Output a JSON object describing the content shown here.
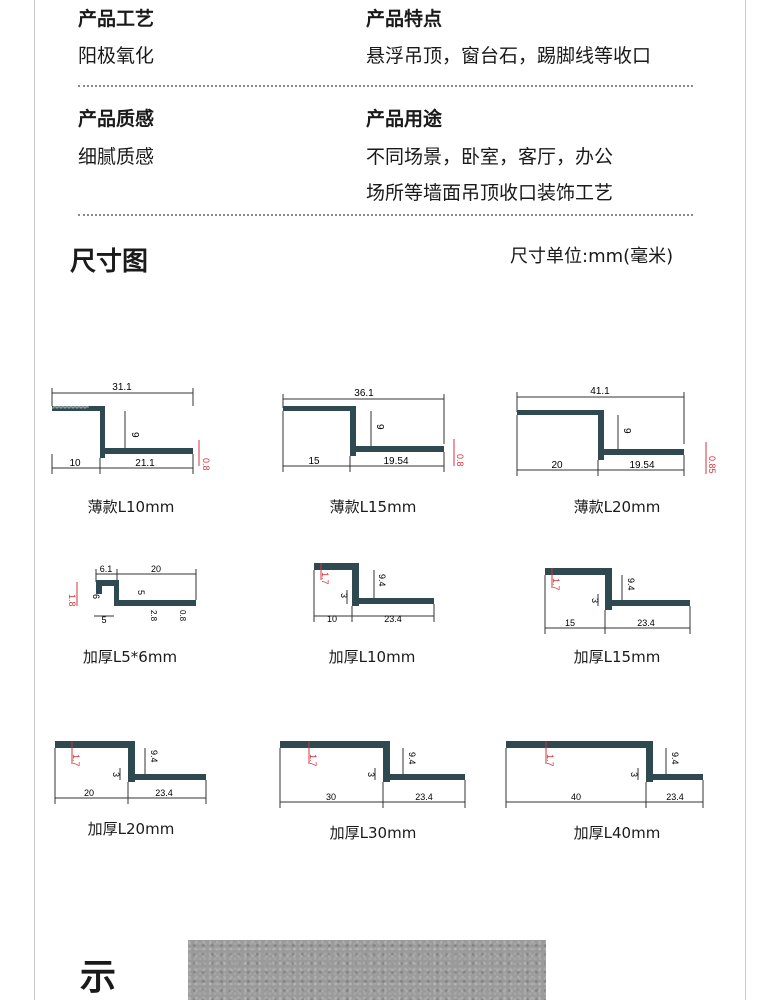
{
  "specs": {
    "craft_label": "产品工艺",
    "craft_value": "阳极氧化",
    "feature_label": "产品特点",
    "feature_value": "悬浮吊顶，窗台石，踢脚线等收口",
    "texture_label": "产品质感",
    "texture_value": "细腻质感",
    "usage_label": "产品用途",
    "usage_line1": "不同场景，卧室，客厅，办公",
    "usage_line2": "场所等墙面吊顶收口装饰工艺"
  },
  "dimensions": {
    "title": "尺寸图",
    "unit": "尺寸单位:mm(毫米)"
  },
  "colors": {
    "profile_fill": "#2f4950",
    "dimension_red": "#d4343b",
    "dimension_line": "#333333"
  },
  "profiles": [
    {
      "caption": "薄款L10mm",
      "dims": {
        "top": "31.1",
        "height": "9",
        "left": "10",
        "right": "21.1",
        "thick": "0.8"
      }
    },
    {
      "caption": "薄款L15mm",
      "dims": {
        "top": "36.1",
        "height": "9",
        "left": "15",
        "right": "19.54",
        "thick": "0.8"
      }
    },
    {
      "caption": "薄款L20mm",
      "dims": {
        "top": "41.1",
        "height": "9",
        "left": "20",
        "right": "19.54",
        "thick": "0.85"
      }
    },
    {
      "caption": "加厚L5*6mm",
      "dims": {
        "top_a": "6.1",
        "top_b": "20",
        "h1": "6",
        "h2": "5",
        "left": "5",
        "thick": "1.8",
        "t2": "2.8",
        "t3": "0.8"
      }
    },
    {
      "caption": "加厚L10mm",
      "dims": {
        "height": "9.4",
        "step": "3",
        "left": "10",
        "right": "23.4",
        "thick": "1.7"
      }
    },
    {
      "caption": "加厚L15mm",
      "dims": {
        "height": "9.4",
        "step": "3",
        "left": "15",
        "right": "23.4",
        "thick": "1.7"
      }
    },
    {
      "caption": "加厚L20mm",
      "dims": {
        "height": "9.4",
        "step": "3",
        "left": "20",
        "right": "23.4",
        "thick": "1.7"
      }
    },
    {
      "caption": "加厚L30mm",
      "dims": {
        "height": "9.4",
        "step": "3",
        "left": "30",
        "right": "23.4",
        "thick": "1.7"
      }
    },
    {
      "caption": "加厚L40mm",
      "dims": {
        "height": "9.4",
        "step": "3",
        "left": "40",
        "right": "23.4",
        "thick": "1.7"
      }
    }
  ],
  "next_section": {
    "heading_fragment": "示"
  }
}
